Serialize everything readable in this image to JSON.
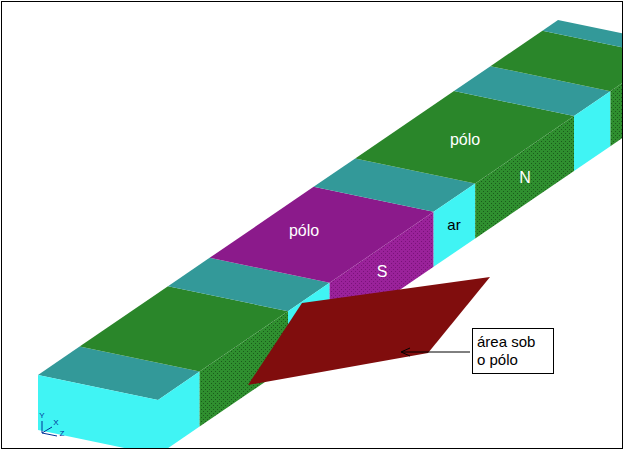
{
  "diagram": {
    "nodes": [
      {
        "text": [
          "área sob o pólo"
        ]
      }
    ],
    "labels": [
      "pólo",
      "N",
      "pólo",
      "S",
      "ar",
      "Y",
      "X",
      "Z"
    ]
  }
}
